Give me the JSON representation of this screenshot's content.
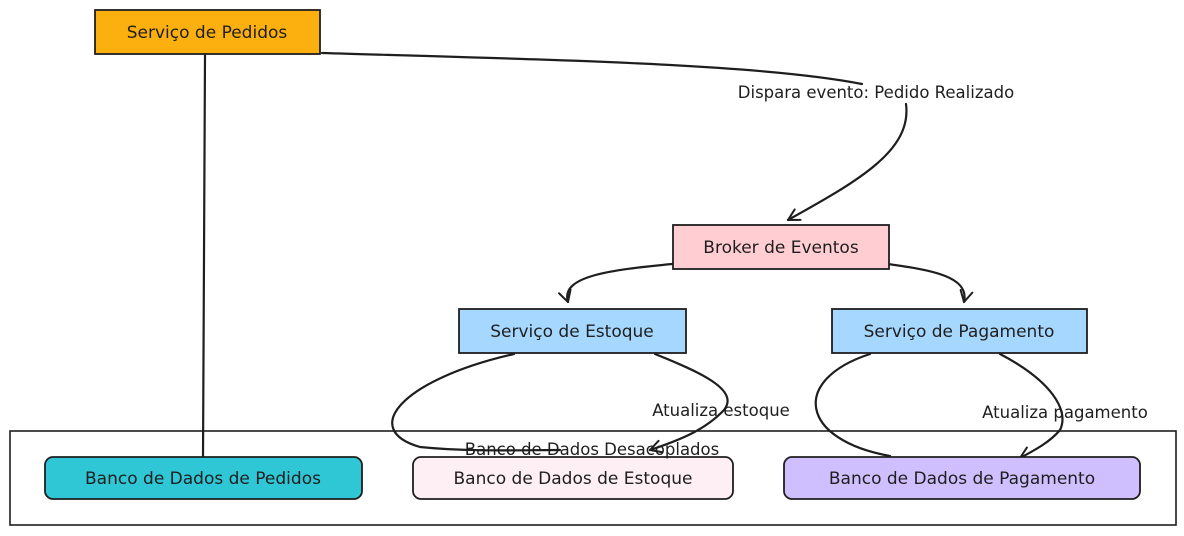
{
  "colors": {
    "pedidos_service": "#fcb00f",
    "broker": "#ffcdd2",
    "estoque_service": "#a6d8ff",
    "pagamento_service": "#a6d8ff",
    "db_pedidos": "#2fc6d6",
    "db_estoque": "#fdeff3",
    "db_pagamento": "#d0bfff",
    "stroke": "#1e1e1e"
  },
  "nodes": {
    "servico_pedidos": "Serviço de Pedidos",
    "broker_eventos": "Broker de Eventos",
    "servico_estoque": "Serviço de Estoque",
    "servico_pagamento": "Serviço de Pagamento",
    "db_pedidos": "Banco de Dados de Pedidos",
    "db_estoque": "Banco de Dados de Estoque",
    "db_pagamento": "Banco de Dados de Pagamento"
  },
  "group": {
    "label": "Banco de Dados Desacoplados"
  },
  "edges": {
    "dispara_evento": "Dispara evento: Pedido Realizado",
    "atualiza_estoque": "Atualiza estoque",
    "atualiza_pagamento": "Atualiza pagamento"
  }
}
